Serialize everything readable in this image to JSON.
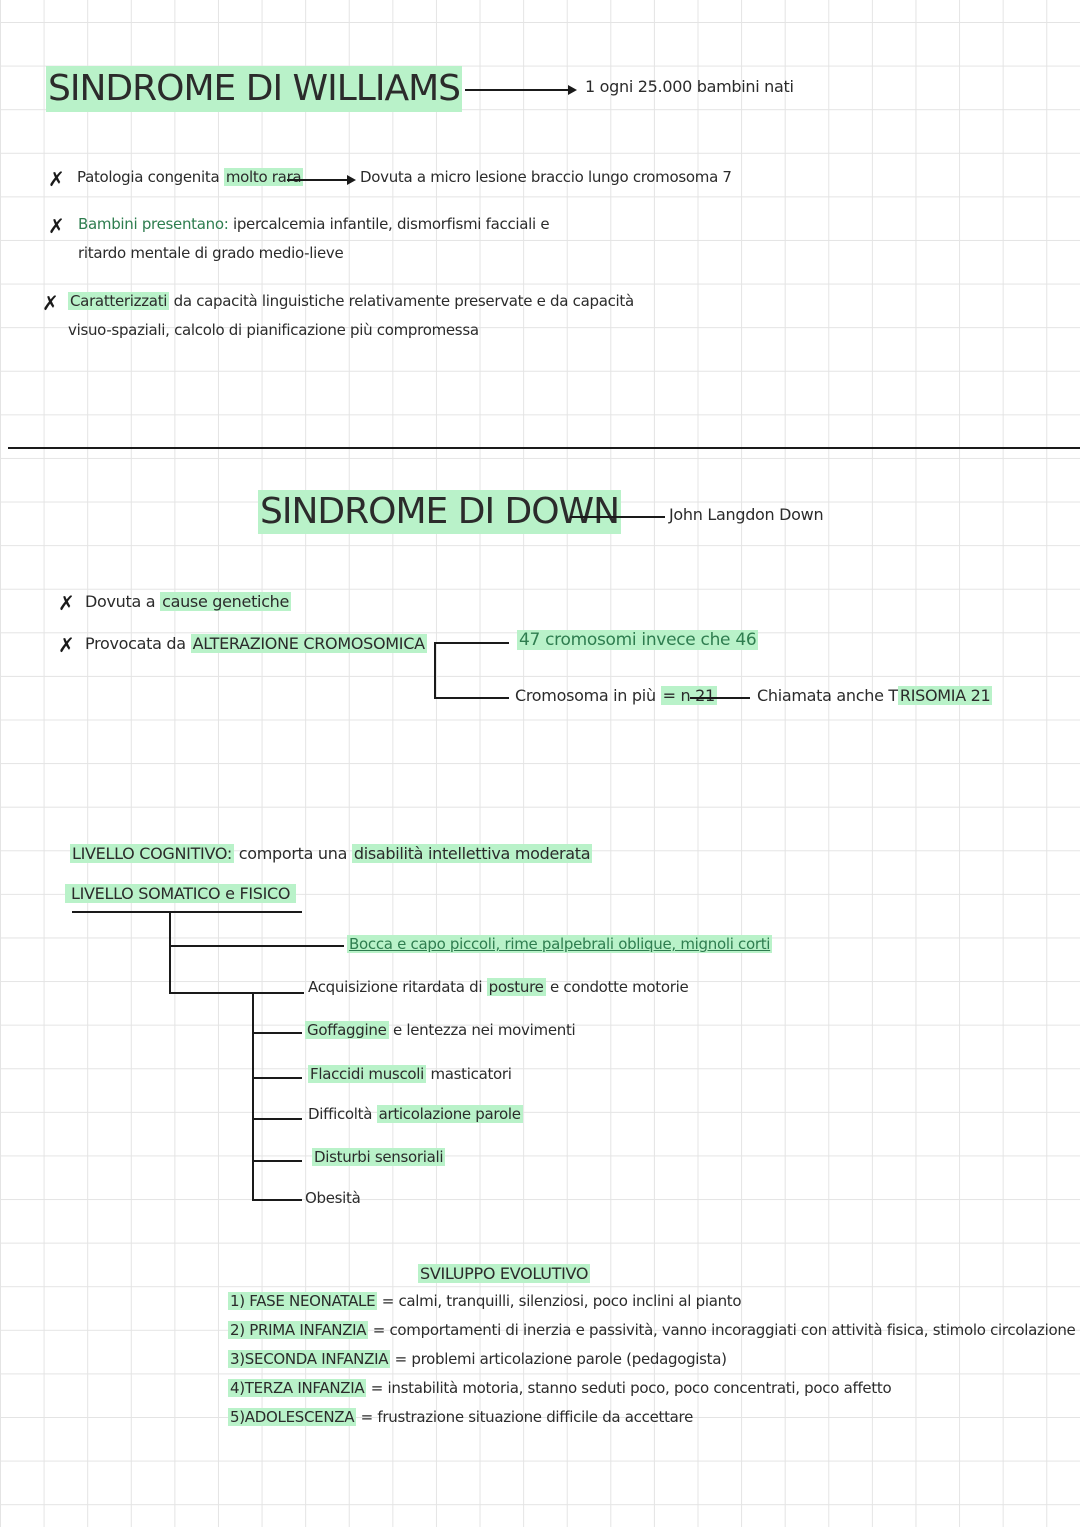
{
  "williams": {
    "title": "SINDROME DI WILLIAMS",
    "incidence": "1 ogni 25.000 bambini nati",
    "tick": "✗",
    "p1_a": "Patologia congenita ",
    "p1_hl": "molto rara",
    "p1_cause": "Dovuta a micro lesione braccio lungo cromosoma 7",
    "p2_hl": "Bambini presentano:",
    "p2_rest": " ipercalcemia infantile, dismorfismi facciali e",
    "p2_line2": "ritardo mentale di grado medio-lieve",
    "p3_hl": "Caratterizzati",
    "p3_rest": " da capacità linguistiche relativamente preservate e da capacità",
    "p3_line2": "visuo-spaziali, calcolo di pianificazione più compromessa"
  },
  "down": {
    "title": "SINDROME DI DOWN",
    "discoverer": "John Langdon Down",
    "c1_a": "Dovuta a ",
    "c1_hl": "cause genetiche",
    "c2_a": "Provocata da ",
    "c2_hl": "ALTERAZIONE CROMOSOMICA",
    "branch1": "47 cromosomi invece che 46",
    "branch2_a": "Cromosoma in più ",
    "branch2_hl": "= n 21",
    "branch2_alias_a": "Chiamata anche T",
    "branch2_alias_hl": "RISOMIA 21",
    "cognitivo_hl": "LIVELLO COGNITIVO:",
    "cognitivo_mid": " comporta una ",
    "cognitivo_hl2": "disabilità intellettiva moderata",
    "somatico": "LIVELLO SOMATICO e FISICO",
    "somatic_items": {
      "i1": "Bocca e capo piccoli, rime palpebrali oblique, mignoli corti",
      "i2_a": "Acquisizione ritardata di ",
      "i2_hl": "posture",
      "i2_b": " e condotte motorie",
      "i3_hl": "Goffaggine",
      "i3_b": " e lentezza nei movimenti",
      "i4_hl": "Flaccidi muscoli",
      "i4_b": " masticatori",
      "i5_a": "Difficoltà ",
      "i5_hl": "articolazione parole",
      "i6_hl": "Disturbi sensoriali",
      "i7": "Obesità"
    },
    "sviluppo_title": "SVILUPPO EVOLUTIVO",
    "phases": {
      "f1_hl": "1) FASE NEONATALE",
      "f1_rest": " = calmi, tranquilli, silenziosi, poco inclini al pianto",
      "f2_hl": "2) PRIMA INFANZIA",
      "f2_rest": " = comportamenti di inerzia e passività, vanno incoraggiati con attività fisica, stimolo circolazione",
      "f3_hl": "3)SECONDA INFANZIA",
      "f3_rest": " = problemi articolazione parole (pedagogista)",
      "f4_hl": "4)TERZA INFANZIA",
      "f4_rest": " = instabilità motoria, stanno seduti poco, poco concentrati, poco affetto",
      "f5_hl": "5)ADOLESCENZA",
      "f5_rest": " = frustrazione situazione difficile da accettare"
    }
  }
}
